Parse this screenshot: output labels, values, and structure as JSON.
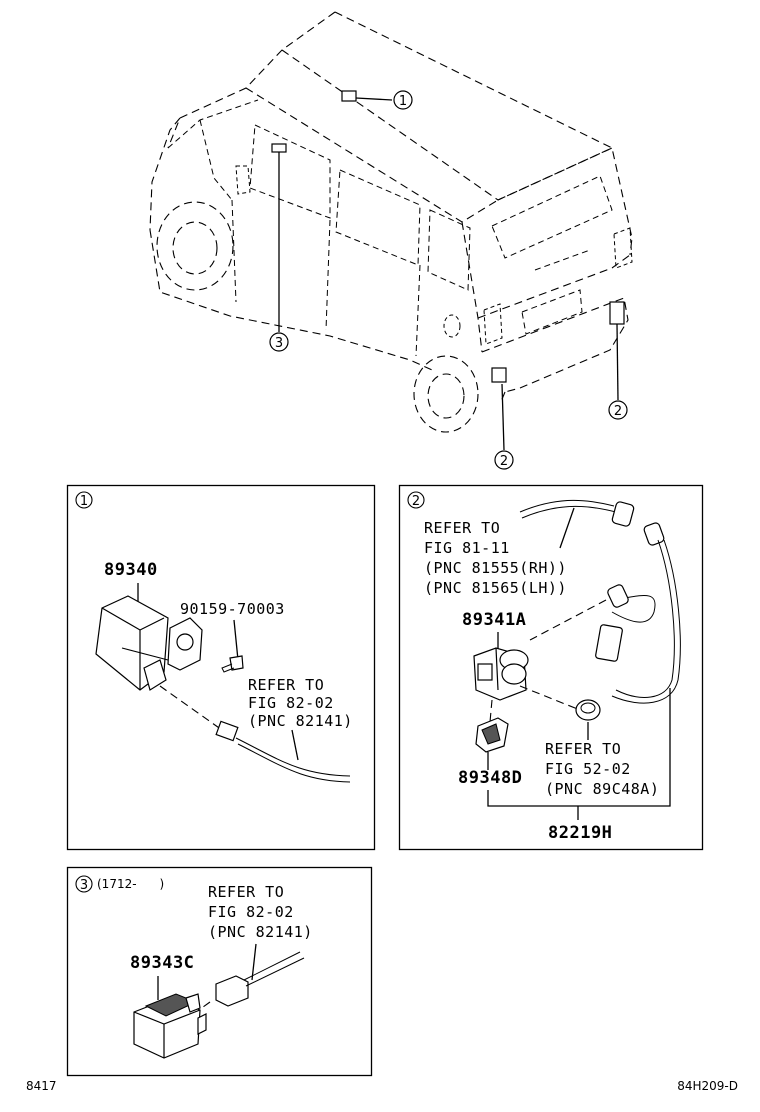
{
  "callouts": {
    "roof_sensor": "1",
    "side_sensor": "3",
    "rear_sensor_left": "2",
    "rear_sensor_right": "2"
  },
  "panel1": {
    "marker": "1",
    "part_main": "89340",
    "part_screw": "90159-70003",
    "refer": [
      "REFER TO",
      "FIG 82-02",
      "(PNC 82141)"
    ]
  },
  "panel2": {
    "marker": "2",
    "refer_top": [
      "REFER TO",
      "FIG 81-11",
      "(PNC 81555(RH))",
      "(PNC 81565(LH))"
    ],
    "part_sensor": "89341A",
    "part_retainer": "89348D",
    "refer_bottom": [
      "REFER TO",
      "FIG 52-02",
      "(PNC 89C48A)"
    ],
    "part_assy": "82219H"
  },
  "panel3": {
    "marker": "3",
    "date_range": "(1712-      )",
    "refer": [
      "REFER TO",
      "FIG 82-02",
      "(PNC 82141)"
    ],
    "part_main": "89343C"
  },
  "footer": {
    "page_code": "8417",
    "figure_id": "84H209-D"
  }
}
